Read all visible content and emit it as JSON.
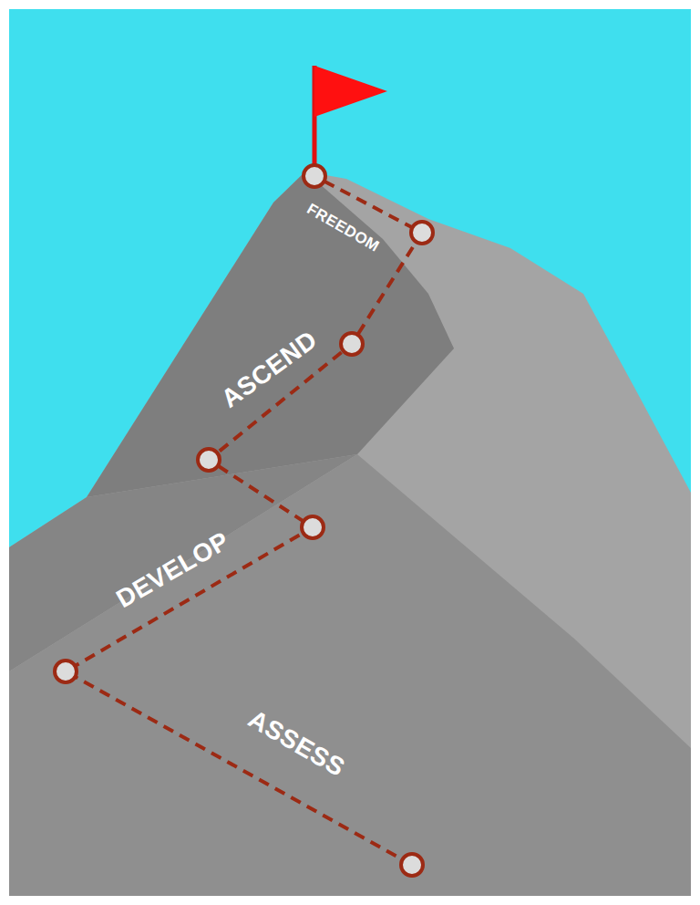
{
  "diagram": {
    "labels": [
      "FREEDOM",
      "ASCEND",
      "DEVELOP",
      "ASSESS"
    ]
  }
}
